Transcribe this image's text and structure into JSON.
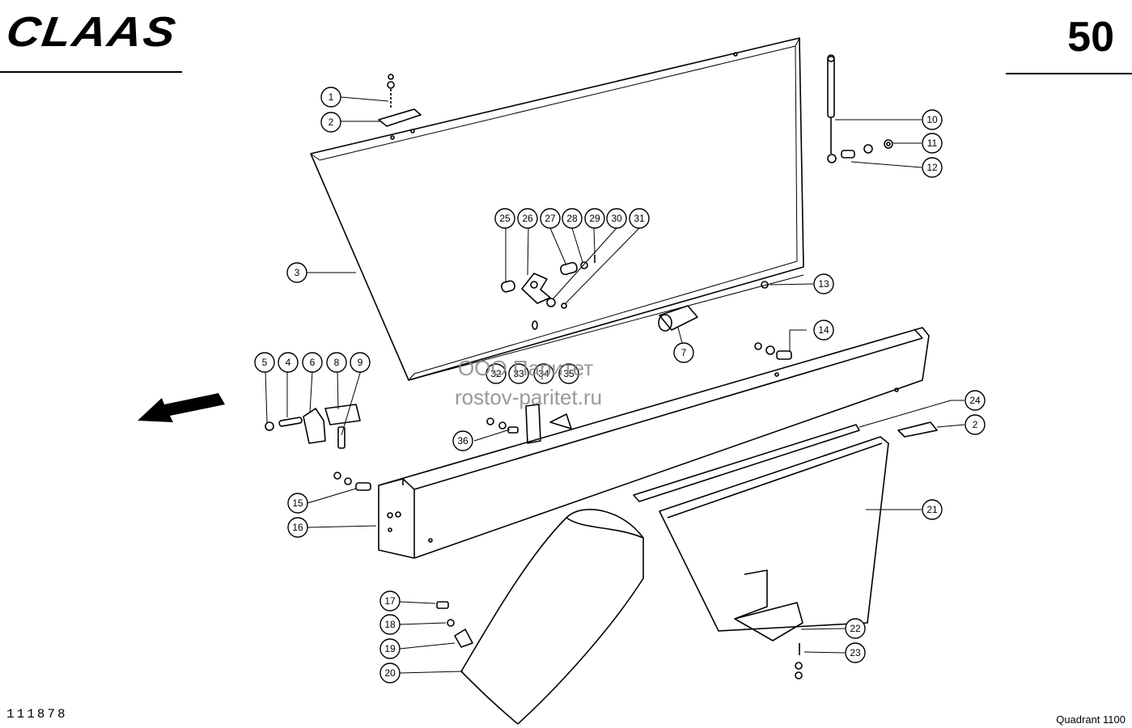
{
  "header": {
    "brand": "CLAAS",
    "page_number": "50"
  },
  "footer": {
    "drawing_number": "111878",
    "model": "Quadrant 1100"
  },
  "watermark": {
    "line1": "ООО Паритет",
    "line2": "rostov-paritet.ru"
  },
  "callouts": [
    "1",
    "2",
    "3",
    "4",
    "5",
    "6",
    "7",
    "8",
    "9",
    "10",
    "11",
    "12",
    "13",
    "14",
    "15",
    "16",
    "17",
    "18",
    "19",
    "20",
    "21",
    "22",
    "23",
    "24",
    "25",
    "26",
    "27",
    "28",
    "29",
    "30",
    "31",
    "2",
    "32",
    "33",
    "34",
    "35",
    "36"
  ],
  "colors": {
    "ink": "#000000",
    "paper": "#ffffff",
    "watermark": "#888888"
  }
}
